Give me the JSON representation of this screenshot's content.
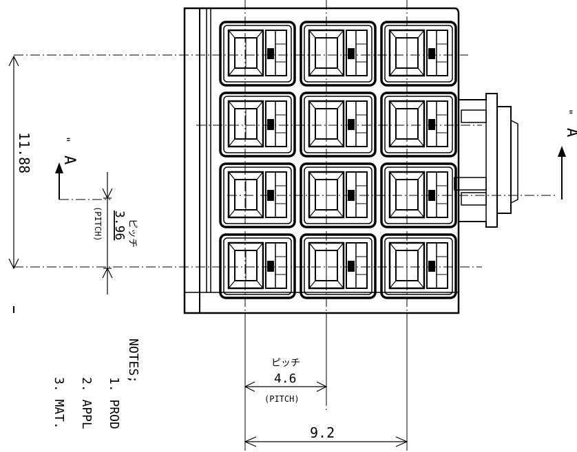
{
  "dimensions": {
    "height_total": "11.88",
    "pitch_vertical": "3.96",
    "pitch_vertical_jp": "ピッチ",
    "pitch_vertical_label": "(PITCH)",
    "pitch_horizontal": "4.6",
    "pitch_horizontal_jp": "ピッチ",
    "pitch_horizontal_label": "(PITCH)",
    "width_total": "9.2"
  },
  "section_marks": {
    "left": "A",
    "right": "A"
  },
  "notes": {
    "heading": "NOTES;",
    "items": [
      "1. PROD",
      "2. APPL",
      "3. MAT."
    ]
  },
  "connector": {
    "rows": 4,
    "columns": 3
  }
}
